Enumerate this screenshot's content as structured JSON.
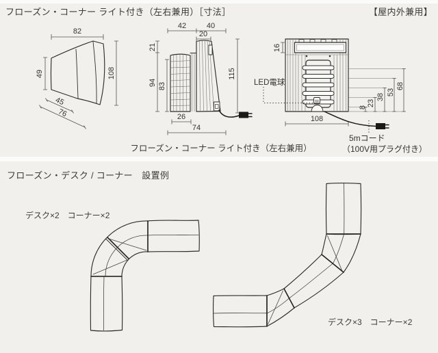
{
  "header": {
    "title": "フローズン・コーナー ライト付き（左右兼用）［寸法］",
    "badge": "【屋内外兼用】"
  },
  "top_section": {
    "caption": "フローズン・コーナー ライト付き（左右兼用）",
    "annotations": {
      "led_label": "LED電球",
      "cord_label_line1": "5mコード",
      "cord_label_line2": "（100V用プラグ付き）"
    },
    "dims": {
      "top_view": {
        "width": "82",
        "left_depth": "49",
        "height": "108",
        "inner_diag": "45",
        "outer_diag": "76"
      },
      "side_view": {
        "upper_left": "42",
        "upper_right": "40",
        "top_cap": "20",
        "cap_h": "21",
        "body_h": "94",
        "grill_h": "83",
        "total_h": "115",
        "foot": "26",
        "base": "74"
      },
      "front_view": {
        "lightbox_h": "16",
        "width": "108",
        "h1": "8",
        "h2": "23",
        "h3": "38",
        "h4": "53",
        "h5": "68"
      }
    }
  },
  "bottom_section": {
    "title": "フローズン・デスク / コーナー　設置例",
    "example_left_label": "デスク×2　コーナー×2",
    "example_right_label": "デスク×3　コーナー×2"
  },
  "colors": {
    "background": "#f1f0ec",
    "divider": "#fbfbf9",
    "line": "#2e2d2b",
    "text": "#343330"
  }
}
